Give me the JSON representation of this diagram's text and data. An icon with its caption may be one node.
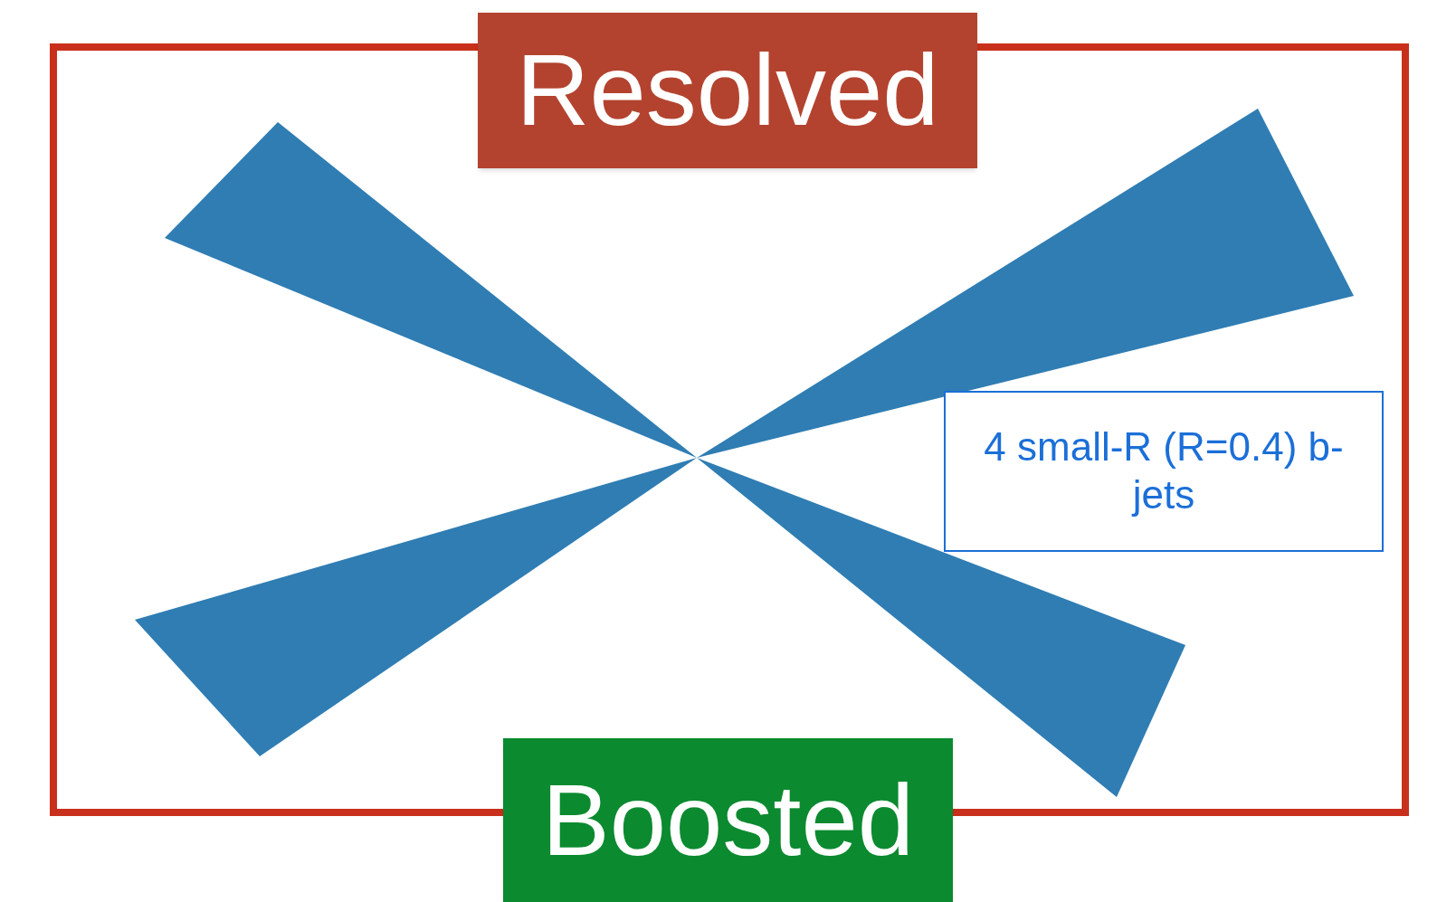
{
  "diagram": {
    "nodes": [
      {
        "text": [
          "Resolved"
        ]
      },
      {
        "text": [
          "4 small-R (R=0.4) b-jets"
        ]
      },
      {
        "text": [
          "Boosted"
        ]
      }
    ]
  }
}
